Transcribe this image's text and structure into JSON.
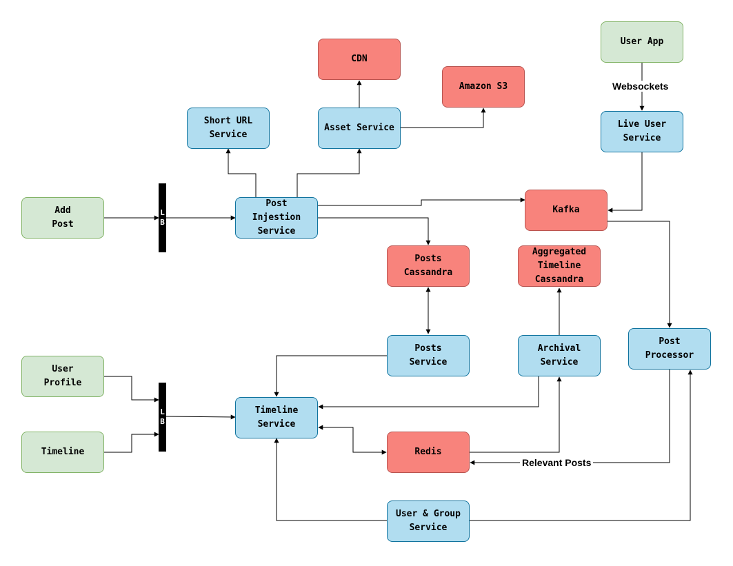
{
  "nodes": {
    "cdn": "CDN",
    "amazon_s3": "Amazon S3",
    "user_app": "User App",
    "short_url": "Short URL\nService",
    "asset_service": "Asset Service",
    "live_user": "Live User\nService",
    "add_post": "Add\nPost",
    "post_injestion": "Post\nInjestion\nService",
    "kafka": "Kafka",
    "posts_cassandra": "Posts\nCassandra",
    "aggregated_cassandra": "Aggregated\nTimeline\nCassandra",
    "user_profile": "User\nProfile",
    "timeline": "Timeline",
    "posts_service": "Posts\nService",
    "archival_service": "Archival\nService",
    "post_processor": "Post\nProcessor",
    "timeline_service": "Timeline\nService",
    "redis": "Redis",
    "user_group": "User & Group\nService"
  },
  "load_balancers": {
    "lb_top": "L\nB",
    "lb_bottom": "L\nB"
  },
  "edge_labels": {
    "websockets": "Websockets",
    "relevant_posts": "Relevant Posts"
  },
  "colors": {
    "service_fill": "#b1ddf0",
    "service_border": "#10739e",
    "client_fill": "#d5e8d4",
    "client_border": "#82b366",
    "store_fill": "#f8837c",
    "store_border": "#b85450"
  }
}
